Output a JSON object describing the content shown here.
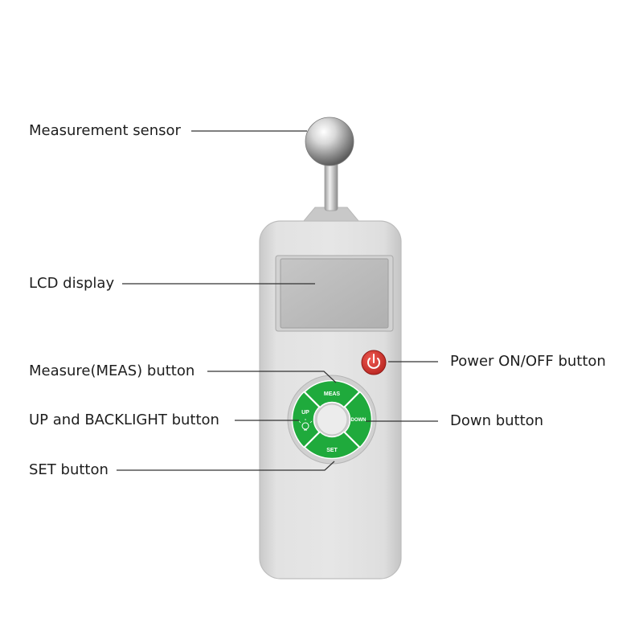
{
  "labels": {
    "sensor": "Measurement sensor",
    "lcd": "LCD display",
    "meas": "Measure(MEAS) button",
    "up": "UP and BACKLIGHT button",
    "set": "SET button",
    "power": "Power ON/OFF button",
    "down": "Down button"
  },
  "keypad": {
    "meas": "MEAS",
    "up": "UP",
    "down": "DOWN",
    "set": "SET"
  },
  "icons": {
    "power": "power-icon",
    "backlight": "lightbulb-icon"
  },
  "colors": {
    "body": "#dcdcdc",
    "keypad_green": "#1faa3c",
    "power_red": "#d9322d",
    "lcd": "#b9b9b9",
    "leader_line": "#333333"
  }
}
